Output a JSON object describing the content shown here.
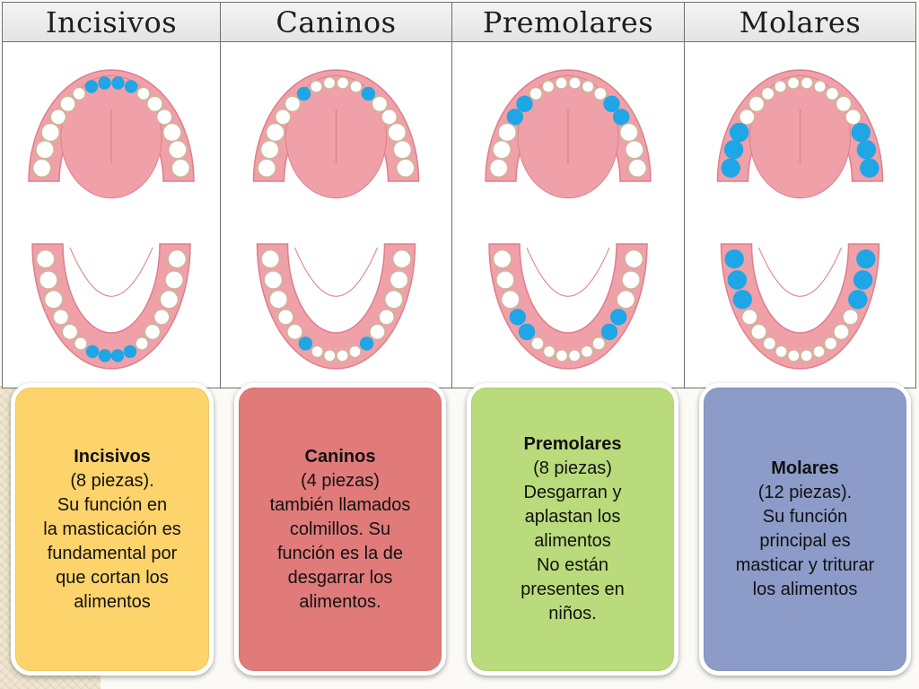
{
  "columns": [
    {
      "header": "Incisivos",
      "highlight": "incisors",
      "card": {
        "color": "#fdd36b",
        "title": "Incisivos",
        "lines": [
          "(8 piezas).",
          "Su función en",
          "la masticación es",
          "fundamental por",
          "que cortan los",
          "alimentos"
        ]
      }
    },
    {
      "header": "Caninos",
      "highlight": "canines",
      "card": {
        "color": "#e07b7a",
        "title": "Caninos",
        "lines": [
          "(4 piezas)",
          "también llamados",
          "colmillos. Su",
          "función es la de",
          "desgarrar los",
          "alimentos."
        ]
      }
    },
    {
      "header": "Premolares",
      "highlight": "premolars",
      "card": {
        "color": "#badb7c",
        "title": "Premolares",
        "lines": [
          "(8 piezas)",
          "Desgarran y",
          "aplastan los",
          "alimentos",
          "No están",
          "presentes en",
          "niños."
        ]
      }
    },
    {
      "header": "Molares",
      "highlight": "molars",
      "card": {
        "color": "#8c9bc8",
        "title": "Molares",
        "lines": [
          "(12 piezas).",
          "Su función",
          "principal es",
          "masticar y triturar",
          "los alimentos"
        ]
      }
    }
  ],
  "colors": {
    "gum": "#f0a0a8",
    "gum_dark": "#dd7f8a",
    "tooth": "#ffffff",
    "tooth_outline": "#c9b89a",
    "highlight": "#1ea6e6",
    "card_border": "#ffffff"
  },
  "icons": {
    "upper_jaw": "upper-dental-arch-icon",
    "lower_jaw": "lower-dental-arch-icon"
  }
}
